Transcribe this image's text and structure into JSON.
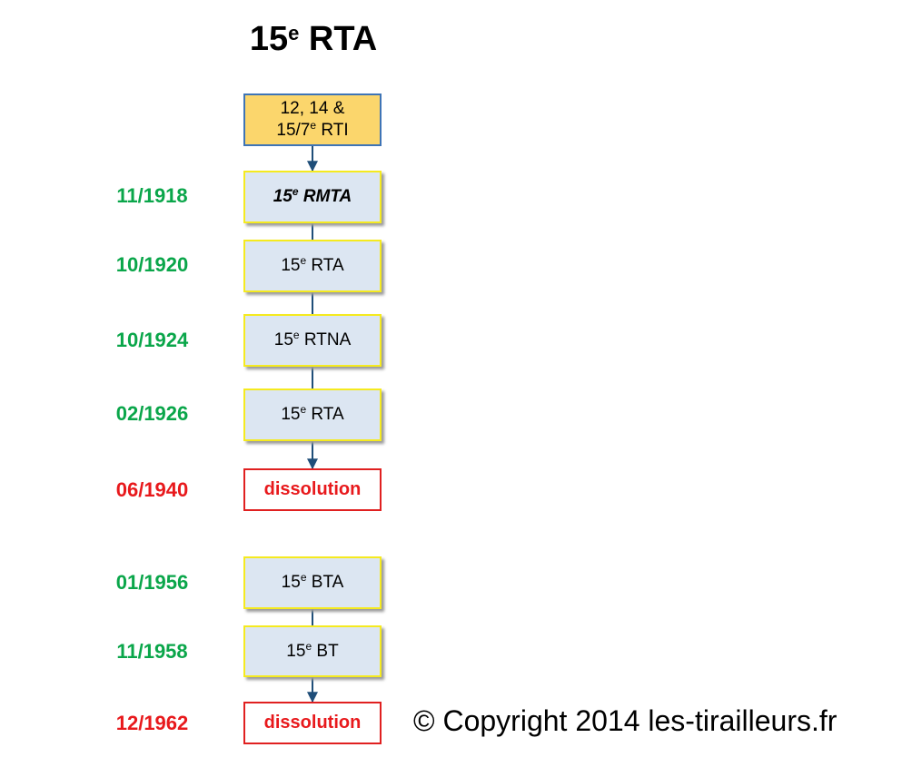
{
  "title": {
    "number": "15",
    "suffix": "e",
    "name": "RTA"
  },
  "origin": {
    "line1": "12, 14 &",
    "line2_pre": "15/7",
    "line2_sup": "e",
    "line2_post": "RTI"
  },
  "timeline": [
    {
      "date": "11/1918",
      "num": "15",
      "sup": "e",
      "name": "RMTA",
      "kind": "unit-italic"
    },
    {
      "date": "10/1920",
      "num": "15",
      "sup": "e",
      "name": "RTA",
      "kind": "unit"
    },
    {
      "date": "10/1924",
      "num": "15",
      "sup": "e",
      "name": "RTNA",
      "kind": "unit"
    },
    {
      "date": "02/1926",
      "num": "15",
      "sup": "e",
      "name": "RTA",
      "kind": "unit"
    },
    {
      "date": "06/1940",
      "label": "dissolution",
      "kind": "end"
    },
    {
      "date": "01/1956",
      "num": "15",
      "sup": "e",
      "name": "BTA",
      "kind": "unit"
    },
    {
      "date": "11/1958",
      "num": "15",
      "sup": "e",
      "name": "BT",
      "kind": "unit"
    },
    {
      "date": "12/1962",
      "label": "dissolution",
      "kind": "end"
    }
  ],
  "copyright": "© Copyright 2014 les-tirailleurs.fr",
  "colors": {
    "date_green": "#0aa64a",
    "date_red": "#e8191c",
    "connector": "#1f4e79"
  }
}
